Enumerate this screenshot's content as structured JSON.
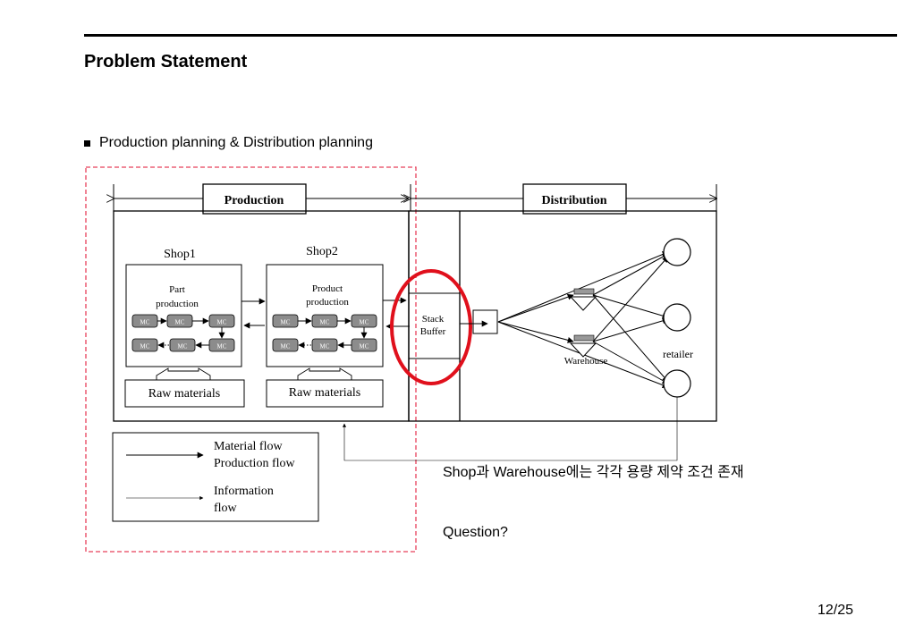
{
  "slide": {
    "title": "Problem Statement",
    "bullet": "Production planning & Distribution planning",
    "note": "Shop과 Warehouse에는 각각 용량 제약 조건 존재",
    "question": "Question?",
    "page": "12/25"
  },
  "diagram": {
    "production_label": "Production",
    "distribution_label": "Distribution",
    "shop1": {
      "title": "Shop1",
      "caption_line1": "Part",
      "caption_line2": "production",
      "raw": "Raw materials"
    },
    "shop2": {
      "title": "Shop2",
      "caption_line1": "Product",
      "caption_line2": "production",
      "raw": "Raw materials"
    },
    "mc_label": "MC",
    "buffer_line1": "Stack",
    "buffer_line2": "Buffer",
    "warehouse_label": "Warehouse",
    "retailer_label": "retailer",
    "legend": {
      "material_line1": "Material flow",
      "material_line2": "Production flow",
      "info_line1": "Information",
      "info_line2": "flow"
    },
    "colors": {
      "highlight_ellipse": "#e0101c",
      "dashed_box": "#e8405a",
      "mc_fill": "#8c8c8c"
    }
  }
}
